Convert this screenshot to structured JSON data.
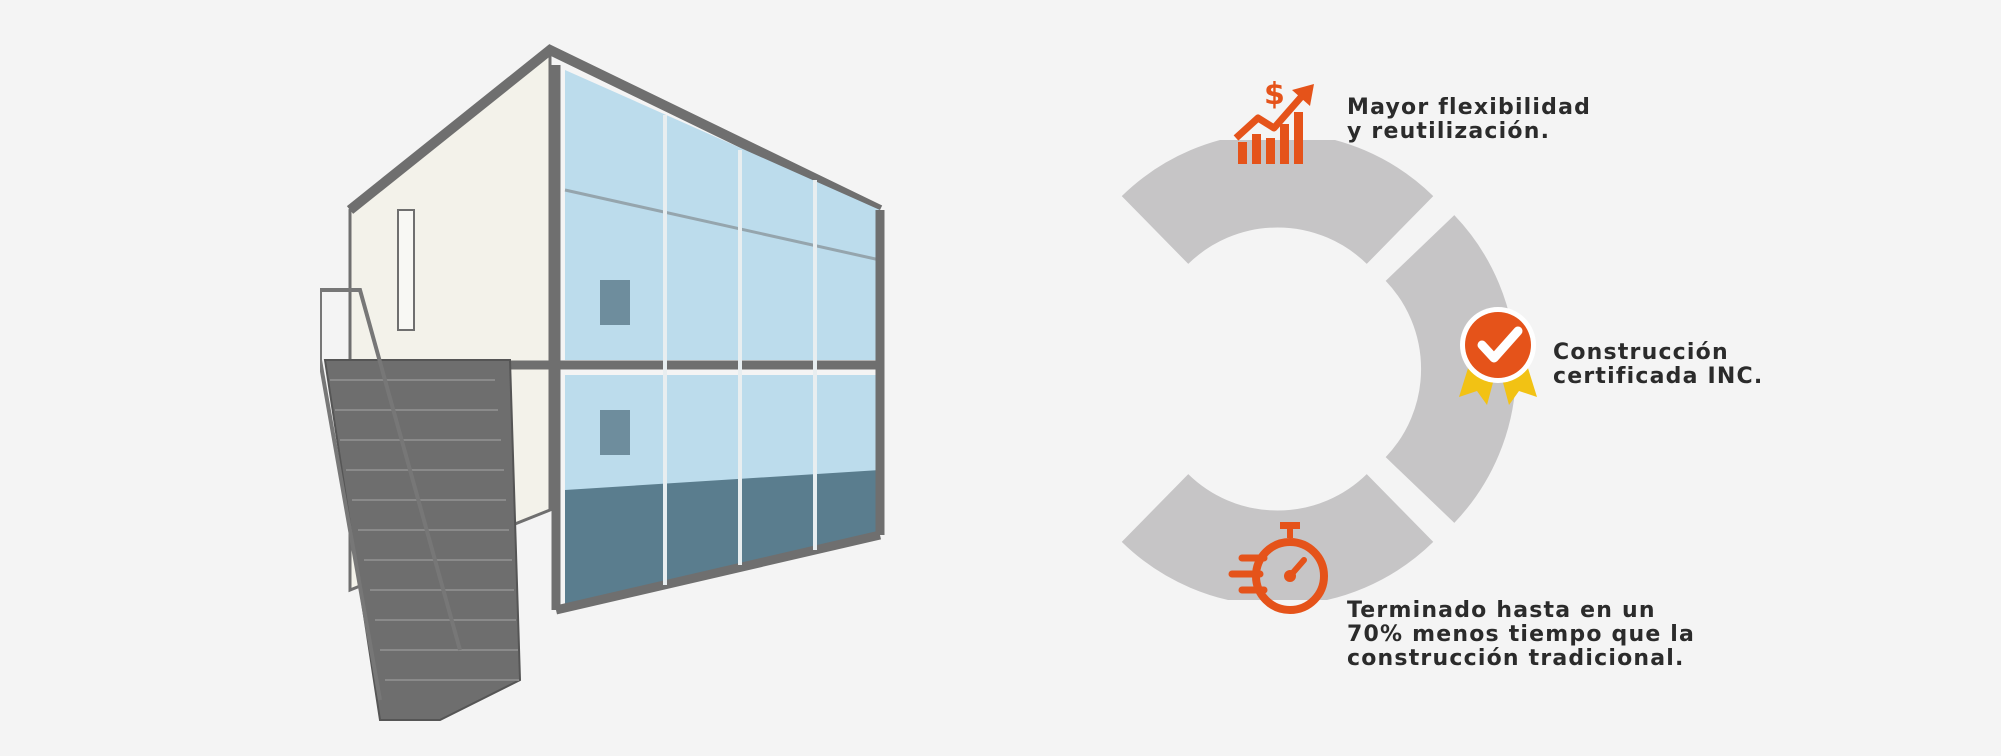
{
  "illustration": {
    "subject": "modular-two-storey-building",
    "colors": {
      "frame": "#6f6f6f",
      "glass": "#bcdcec",
      "glass_floor": "#5a7d8e",
      "wall": "#f3f2ea",
      "stair": "#6e6e6e"
    }
  },
  "ring": {
    "color": "#c6c5c6",
    "segments": 3
  },
  "accent_colors": {
    "orange": "#e5531a",
    "gold": "#f2c214"
  },
  "features": [
    {
      "icon": "growth-chart-dollar-icon",
      "text": "Mayor flexibilidad\ny reutilización."
    },
    {
      "icon": "certified-badge-icon",
      "text": "Construcción\ncertificada INC."
    },
    {
      "icon": "fast-stopwatch-icon",
      "text": "Terminado hasta en un\n70% menos tiempo que la\nconstrucción tradicional."
    }
  ]
}
